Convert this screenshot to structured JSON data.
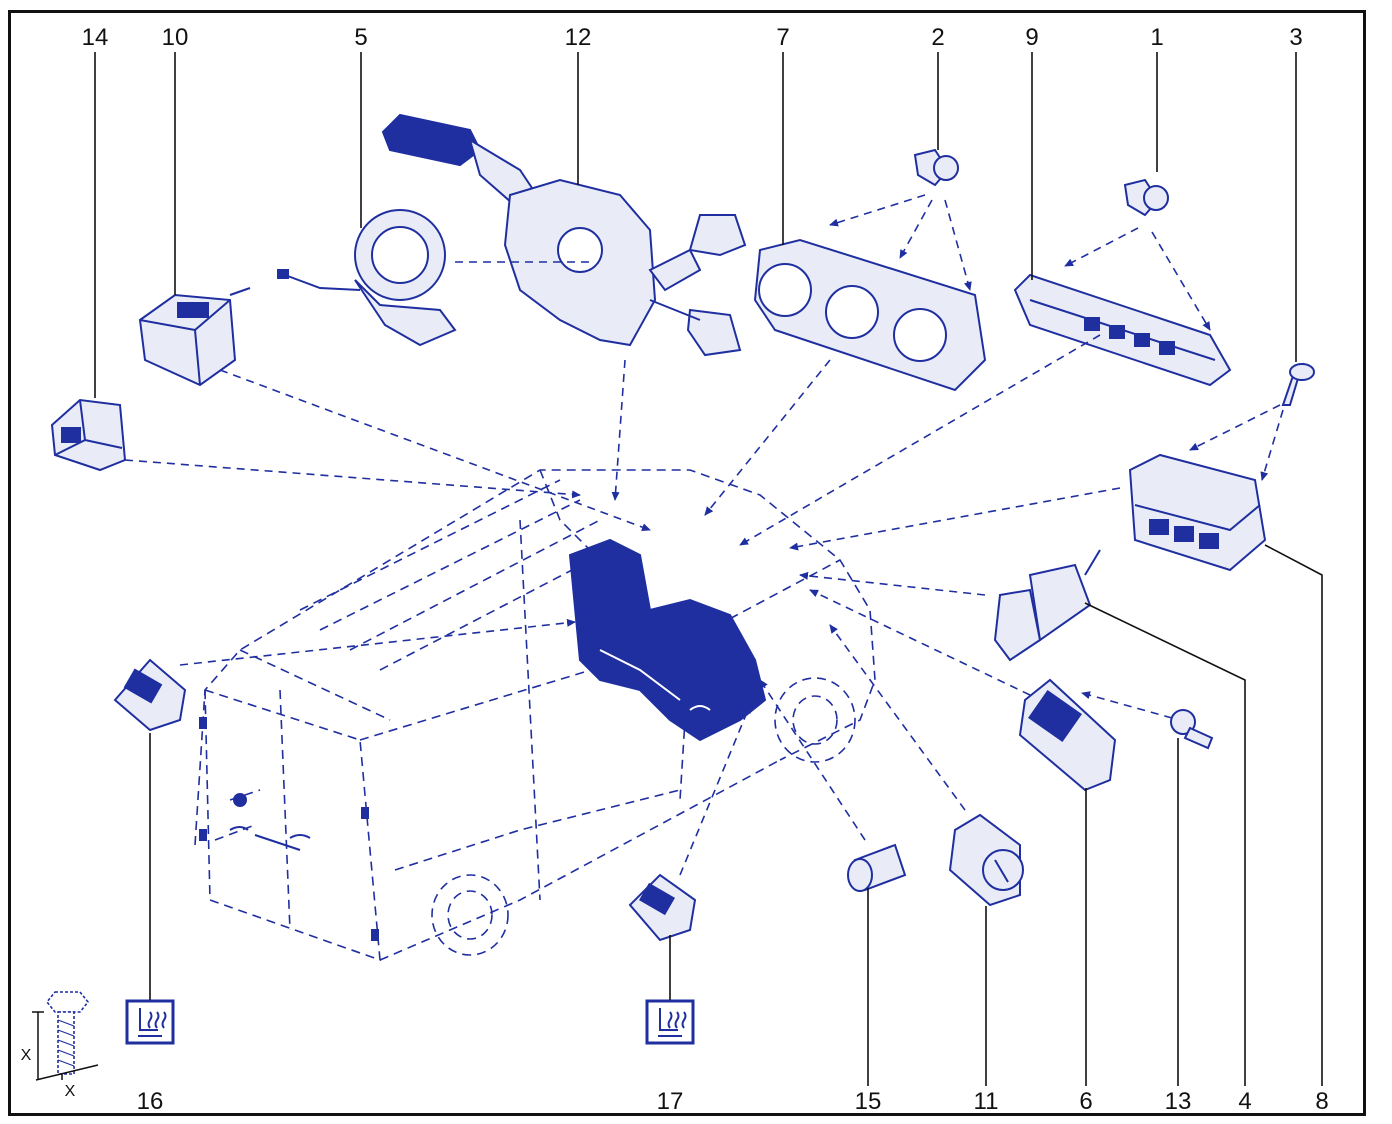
{
  "callouts": {
    "top": [
      "14",
      "10",
      "5",
      "12",
      "7",
      "2",
      "9",
      "1",
      "3"
    ],
    "bottom": [
      "16",
      "17",
      "15",
      "11",
      "6",
      "13",
      "4",
      "8"
    ]
  },
  "icons": {
    "seat_heating": "heated-seat-icon",
    "bolt_dimension": "bolt-dimension-icon"
  },
  "bolt_dimension_label": "X",
  "colors": {
    "ink": "#1f2fa0",
    "fill": "#e9ecf7",
    "text": "#111111"
  }
}
